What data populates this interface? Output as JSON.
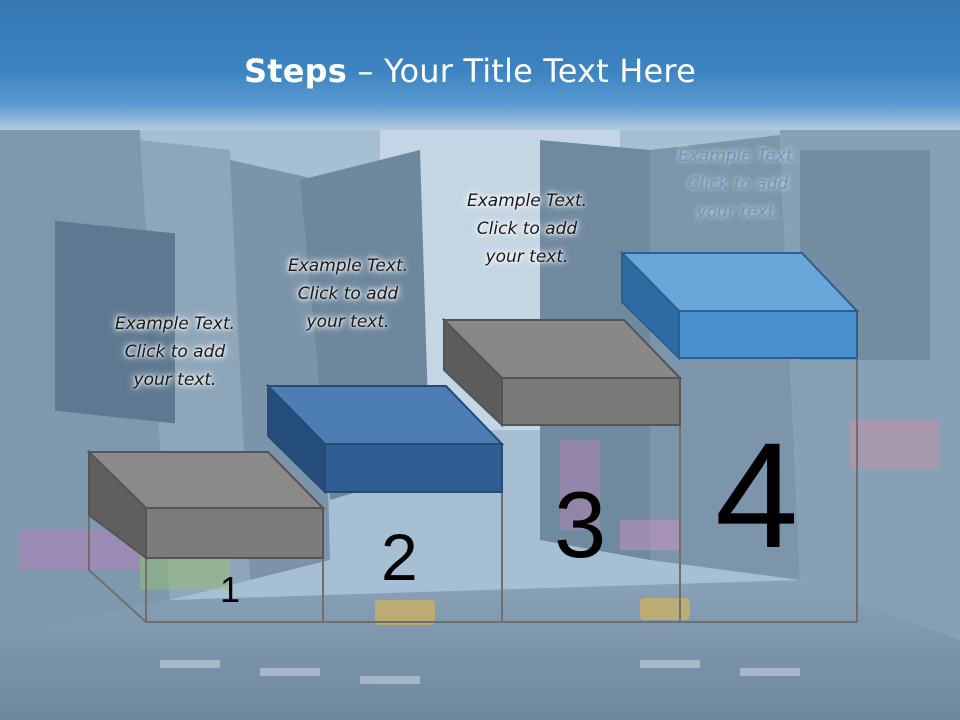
{
  "title": {
    "bold": "Steps",
    "rest": " – Your Title Text Here"
  },
  "steps": [
    {
      "number": "1",
      "text_lines": [
        "Example Text.",
        "Click  to add",
        "your text."
      ],
      "color": "#808080"
    },
    {
      "number": "2",
      "text_lines": [
        "Example Text.",
        "Click  to add",
        "your text."
      ],
      "color": "#2f5e93"
    },
    {
      "number": "3",
      "text_lines": [
        "Example Text.",
        "Click  to add",
        "your text."
      ],
      "color": "#808080"
    },
    {
      "number": "4",
      "text_lines": [
        "Example Text.",
        "Click  to add",
        "your text."
      ],
      "color": "#4a92cf"
    }
  ]
}
